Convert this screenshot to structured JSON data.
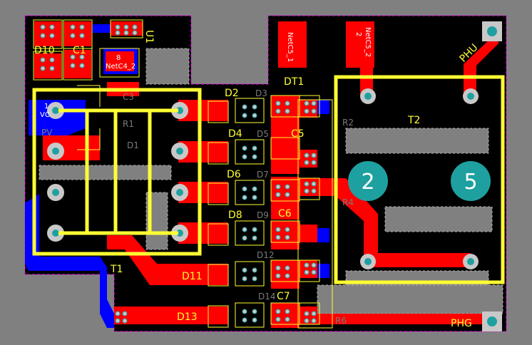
{
  "colors": {
    "background": "#808080",
    "board": "#000000",
    "copper_top": "#ff0000",
    "copper_bottom": "#0000ff",
    "silkscreen": "#ffff33",
    "via": "#c8c8c8",
    "pad_hole": "#1fa0a0",
    "outline": "#ff00ff"
  },
  "labels": {
    "d10": "D10",
    "c1": "C1",
    "u1": "U1",
    "netc4_2": "NetC4_2",
    "netc4_pin": "8",
    "netc5_1": "NetC5_1",
    "netc5_2": "NetC5_2",
    "netc5_2_pin": "2",
    "phu": "PHU",
    "dt1": "DT1",
    "t2": "T2",
    "t1": "T1",
    "d2": "D2",
    "d3": "D3",
    "d4": "D4",
    "d5": "D5",
    "c5": "C5",
    "d6": "D6",
    "d7": "D7",
    "d8": "D8",
    "d9": "D9",
    "c6": "C6",
    "d11": "D11",
    "d12": "D12",
    "d13": "D13",
    "d14": "D14",
    "c7": "C7",
    "phg": "PHG",
    "r1": "R1",
    "r2": "R2",
    "r4": "R4",
    "r6": "R6",
    "c3": "C3",
    "d1": "D1",
    "pv": "PV",
    "vc_pin": "1",
    "vc": "VC",
    "t2_pin_left": "2",
    "t2_pin_right": "5"
  }
}
